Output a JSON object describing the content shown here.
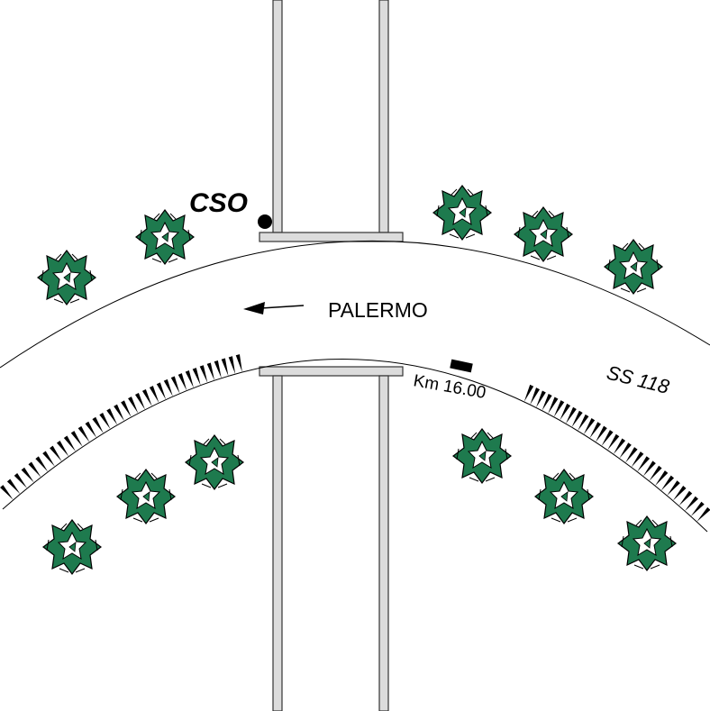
{
  "labels": {
    "cso": "CSO",
    "direction": "PALERMO",
    "road": "SS 118",
    "kilometer": "Km 16.00"
  },
  "colors": {
    "road_line": "#000000",
    "bridge_fill": "#dcdcdc",
    "bridge_stroke": "#333333",
    "foliage": "#1e7a4e",
    "foliage_stroke": "#000000"
  },
  "icons": {
    "station": "filled-circle",
    "tree": "shrub-cluster",
    "embankment": "hachure-ticks",
    "km_marker": "black-rectangle"
  }
}
